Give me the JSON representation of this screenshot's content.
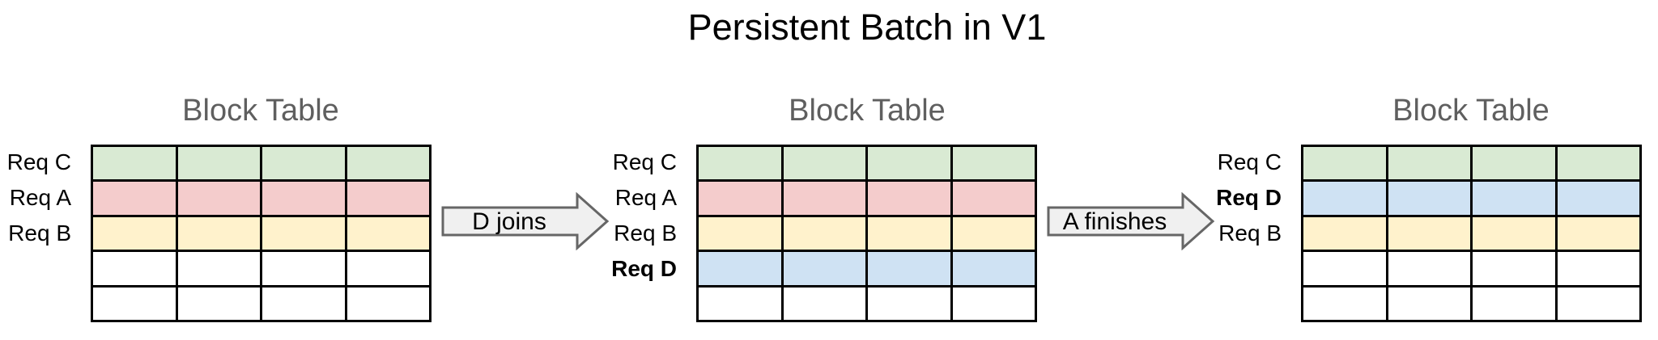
{
  "title": "Persistent Batch in V1",
  "colors": {
    "page-bg": "#ffffff",
    "heading-gray": "#5f5f5f",
    "grid-line": "#000000",
    "arrow-fill": "#f0f0f0",
    "arrow-border": "#666666",
    "green": "#d9ead3",
    "red": "#f4cccc",
    "yellow": "#fff2cc",
    "blue": "#cfe2f3",
    "white": "#ffffff"
  },
  "tables": [
    {
      "heading": "Block Table",
      "columns": 4,
      "rows": [
        {
          "label": "Req C",
          "bold": false,
          "color": "green"
        },
        {
          "label": "Req A",
          "bold": false,
          "color": "red"
        },
        {
          "label": "Req B",
          "bold": false,
          "color": "yellow"
        },
        {
          "label": "",
          "bold": false,
          "color": "white"
        },
        {
          "label": "",
          "bold": false,
          "color": "white"
        }
      ]
    },
    {
      "heading": "Block Table",
      "columns": 4,
      "rows": [
        {
          "label": "Req C",
          "bold": false,
          "color": "green"
        },
        {
          "label": "Req A",
          "bold": false,
          "color": "red"
        },
        {
          "label": "Req B",
          "bold": false,
          "color": "yellow"
        },
        {
          "label": "Req D",
          "bold": true,
          "color": "blue"
        },
        {
          "label": "",
          "bold": false,
          "color": "white"
        }
      ]
    },
    {
      "heading": "Block Table",
      "columns": 4,
      "rows": [
        {
          "label": "Req C",
          "bold": false,
          "color": "green"
        },
        {
          "label": "Req D",
          "bold": true,
          "color": "blue"
        },
        {
          "label": "Req B",
          "bold": false,
          "color": "yellow"
        },
        {
          "label": "",
          "bold": false,
          "color": "white"
        },
        {
          "label": "",
          "bold": false,
          "color": "white"
        }
      ]
    }
  ],
  "arrows": [
    {
      "label": "D joins"
    },
    {
      "label": "A finishes"
    }
  ]
}
